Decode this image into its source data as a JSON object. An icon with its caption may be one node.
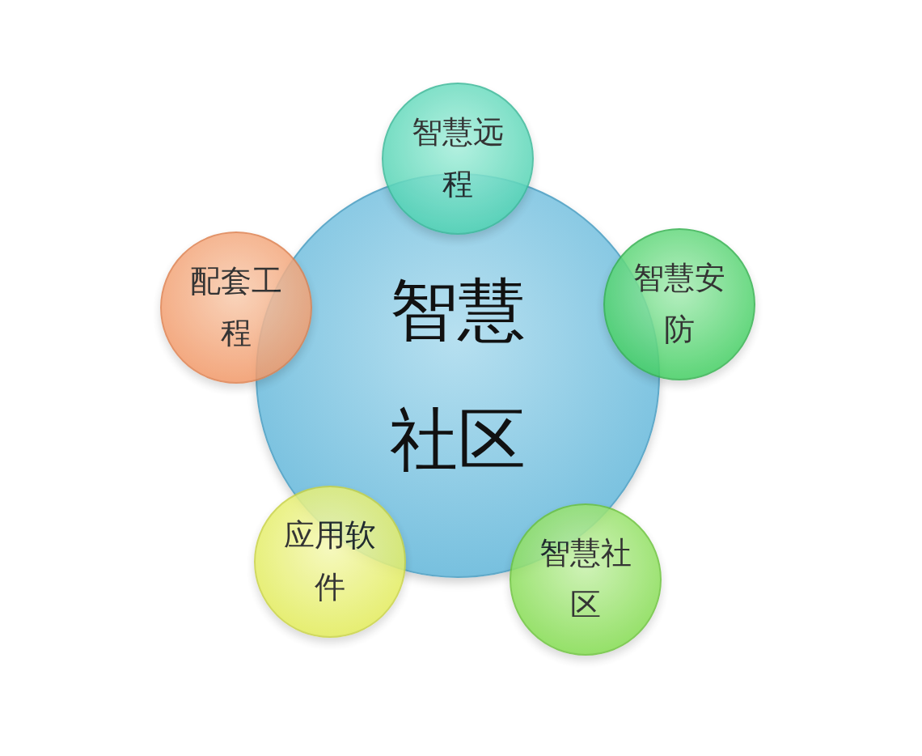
{
  "diagram": {
    "nodes": [
      {
        "text": [
          "智慧社区"
        ]
      },
      {
        "text": [
          "智慧远程"
        ]
      },
      {
        "text": [
          "配套工程"
        ]
      },
      {
        "text": [
          "智慧安防"
        ]
      },
      {
        "text": [
          "应用软件"
        ]
      },
      {
        "text": [
          "智慧社区"
        ]
      }
    ]
  }
}
